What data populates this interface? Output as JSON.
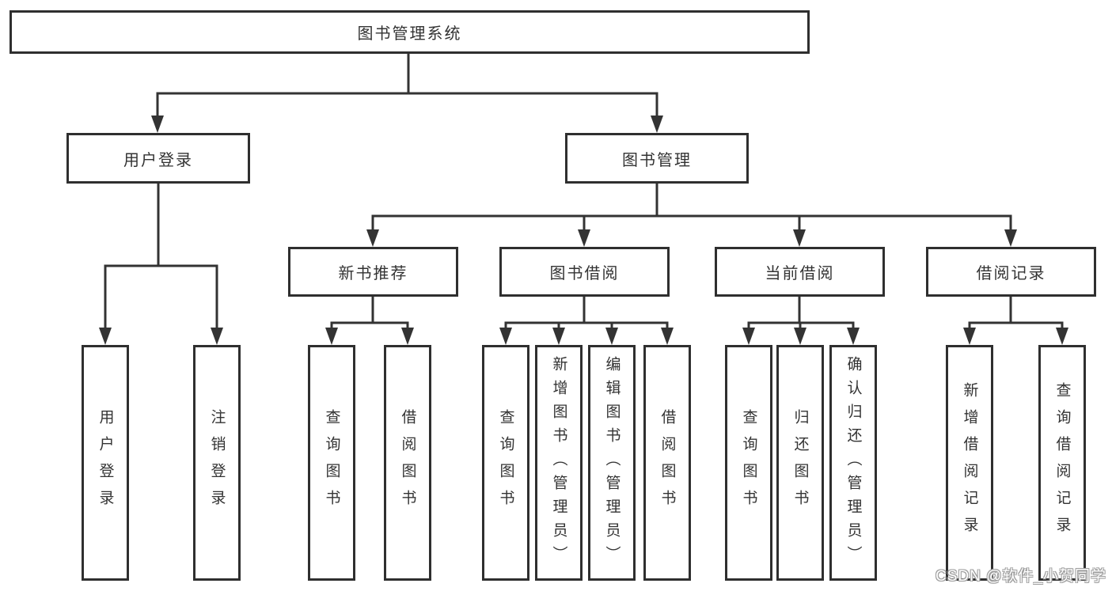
{
  "diagram_title": "图书管理系统",
  "tree": {
    "label": "图书管理系统",
    "children": [
      {
        "label": "用户登录",
        "children": [
          {
            "label": "用户登录"
          },
          {
            "label": "注销登录"
          }
        ]
      },
      {
        "label": "图书管理",
        "children": [
          {
            "label": "新书推荐",
            "children": [
              {
                "label": "查询图书"
              },
              {
                "label": "借阅图书"
              }
            ]
          },
          {
            "label": "图书借阅",
            "children": [
              {
                "label": "查询图书"
              },
              {
                "label": "新增图书（管理员）"
              },
              {
                "label": "编辑图书（管理员）"
              },
              {
                "label": "借阅图书"
              }
            ]
          },
          {
            "label": "当前借阅",
            "children": [
              {
                "label": "查询图书"
              },
              {
                "label": "归还图书"
              },
              {
                "label": "确认归还（管理员）"
              }
            ]
          },
          {
            "label": "借阅记录",
            "children": [
              {
                "label": "新增借阅记录"
              },
              {
                "label": "查询借阅记录"
              }
            ]
          }
        ]
      }
    ]
  },
  "watermark": {
    "text": "CSDN @软件_小贺同学"
  },
  "colors": {
    "line": "#333333",
    "box_border": "#2f2f2f",
    "box_fill": "#ffffff",
    "text": "#333333",
    "watermark_fill": "#ffffff",
    "watermark_outline": "#9e9e9e",
    "background": "#ffffff"
  }
}
